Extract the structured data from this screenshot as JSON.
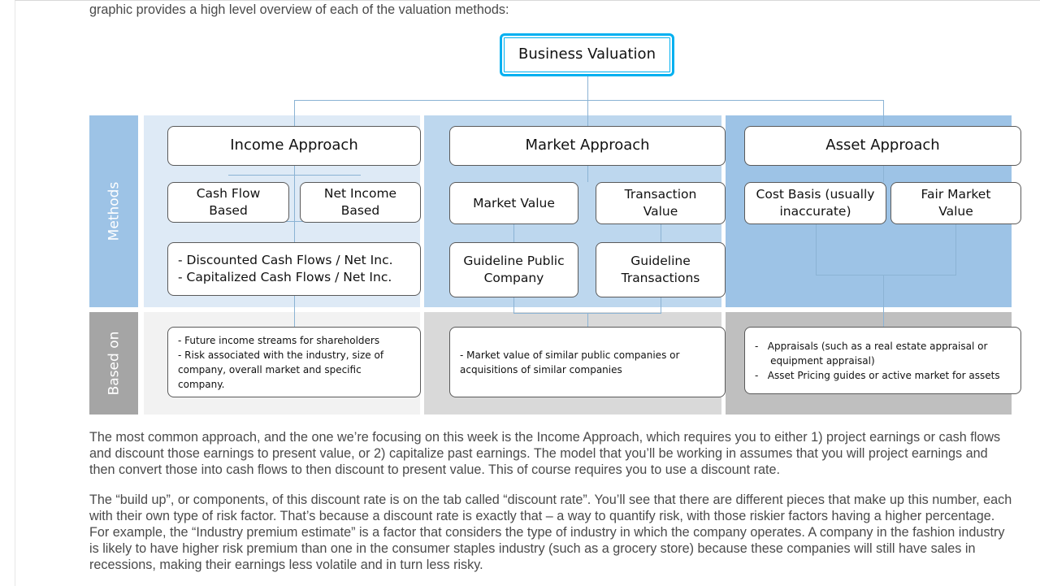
{
  "intro_text": "graphic provides a high level overview of each of the valuation methods:",
  "diagram": {
    "root": "Business Valuation",
    "row_labels": {
      "methods": "Methods",
      "based_on": "Based on"
    },
    "income": {
      "title": "Income Approach",
      "sub1": "Cash Flow\nBased",
      "sub2": "Net Income\nBased",
      "detail": "- Discounted Cash Flows / Net Inc.\n- Capitalized Cash Flows / Net Inc.",
      "based_on": "- Future income streams for shareholders\n- Risk associated with the industry, size of\ncompany, overall market and specific company."
    },
    "market": {
      "title": "Market Approach",
      "sub1": "Market Value",
      "sub2": "Transaction\nValue",
      "detail1": "Guideline Public\nCompany",
      "detail2": "Guideline\nTransactions",
      "based_on": "- Market value of similar public companies or\nacquisitions of similar companies"
    },
    "asset": {
      "title": "Asset Approach",
      "sub1": "Cost Basis (usually\ninaccurate)",
      "sub2": "Fair Market\nValue",
      "based_on": "-   Appraisals (such as a real estate appraisal or\n     equipment appraisal)\n-   Asset Pricing guides or active market for assets"
    }
  },
  "paragraph1": "The most common approach, and the one we’re focusing on this week is the Income Approach, which requires you to either 1) project earnings or cash flows and discount those earnings to present value, or 2) capitalize past earnings. The model that you’ll be working in assumes that you will project earnings and then convert those into cash flows to then discount to present value. This of course requires you to use a discount rate.",
  "paragraph2": "The “build up”, or components, of this discount rate is on the tab called “discount rate”. You’ll see that there are different pieces that make up this number, each with their own type of risk factor. That’s because a discount rate is exactly that – a way to quantify risk, with those riskier factors having a higher percentage. For example, the “Industry premium estimate” is a factor that considers the type of industry in which the company operates. A company in the fashion industry is likely to have higher risk premium than one in the consumer staples industry (such as a grocery store) because these companies will still have sales in recessions, making their earnings less volatile and in turn less risky.",
  "colors": {
    "income_bg": "#deeaf6",
    "market_bg": "#bdd7ee",
    "asset_bg": "#9dc3e6",
    "methods_label_bg": "#9dc3e6",
    "based_label_bg": "#a5a5a5",
    "based_bg_light": "#f2f2f2",
    "based_bg_mid": "#d9d9d9",
    "based_bg_dark": "#bfbfbf",
    "root_border": "#00b0f0"
  }
}
